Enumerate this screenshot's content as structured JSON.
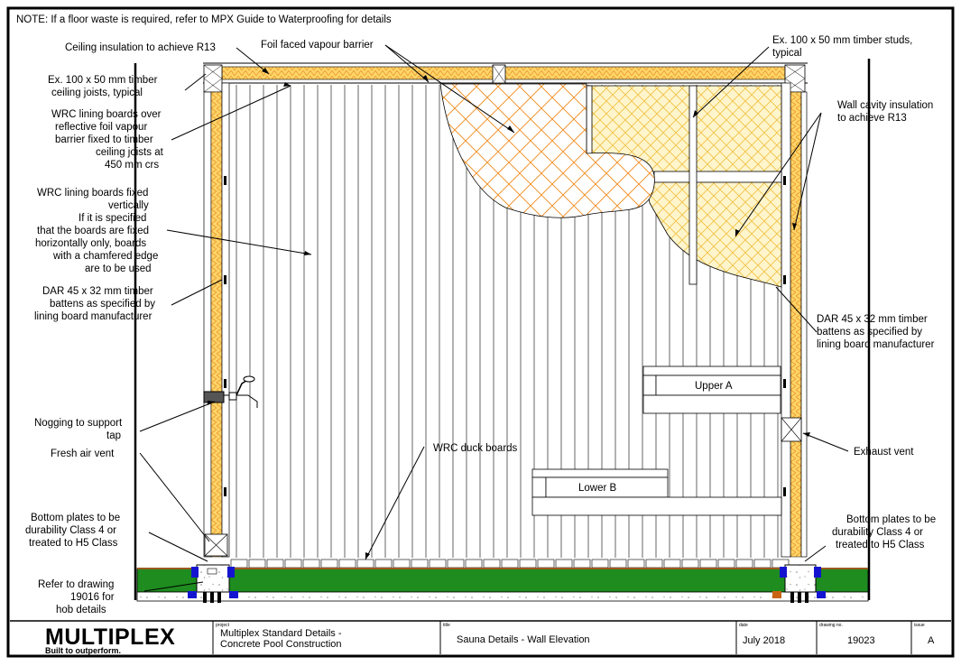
{
  "note": "NOTE: If a floor waste is required, refer to MPX Guide to Waterproofing for details",
  "labels": {
    "ceiling_insulation": "Ceiling insulation to achieve R13",
    "foil_barrier": "Foil faced vapour barrier",
    "studs": [
      "Ex. 100 x 50 mm timber studs,",
      "typical"
    ],
    "joists": [
      "Ex. 100 x 50 mm timber",
      "ceiling joists, typical"
    ],
    "wrc_ceiling": [
      "WRC lining boards over",
      "reflective foil vapour",
      "barrier fixed to timber",
      "ceiling joists at",
      "450 mm crs"
    ],
    "wrc_vertical": [
      "WRC lining boards fixed",
      "vertically",
      "If it is specified",
      "that the boards are fixed",
      "horizontally only, boards",
      "with a chamfered edge",
      "are to be used"
    ],
    "battens_left": [
      "DAR 45 x 32 mm timber",
      "battens as specified by",
      "lining board manufacturer"
    ],
    "wall_cavity": [
      "Wall cavity insulation",
      "to achieve R13"
    ],
    "battens_right": [
      "DAR 45 x 32 mm timber",
      "battens as specified by",
      "lining board manufacturer"
    ],
    "upper_bench": "Upper A",
    "lower_bench": "Lower B",
    "nogging": [
      "Nogging to support",
      "tap"
    ],
    "fresh_air": "Fresh air vent",
    "duck_boards": "WRC duck boards",
    "exhaust": "Exhaust vent",
    "bottom_left": [
      "Bottom plates to be",
      "durability Class 4 or",
      "treated to H5 Class"
    ],
    "bottom_right": [
      "Bottom plates to be",
      "durability Class 4 or",
      "treated to H5 Class"
    ],
    "hob": [
      "Refer to drawing",
      "19016 for",
      "hob details"
    ]
  },
  "title_block": {
    "brand": "MULTIPLEX",
    "tagline": "Built to outperform.",
    "project_caption": "project",
    "project": [
      "Multiplex Standard Details -",
      "Concrete Pool Construction"
    ],
    "title_caption": "title",
    "title": "Sauna Details - Wall Elevation",
    "date_caption": "date",
    "date": "July 2018",
    "drawing_caption": "drawing no.",
    "drawing_no": "19023",
    "issue_caption": "issue",
    "issue": "A"
  },
  "colors": {
    "insulation": "#ffc84a",
    "insulation_zig": "#f0a030",
    "vapour_hatch": "#f08a1a",
    "slab": "#1e8c1e",
    "concrete": "#ffffff",
    "blue_seal": "#1414d0",
    "timber": "#9a5a1e"
  }
}
